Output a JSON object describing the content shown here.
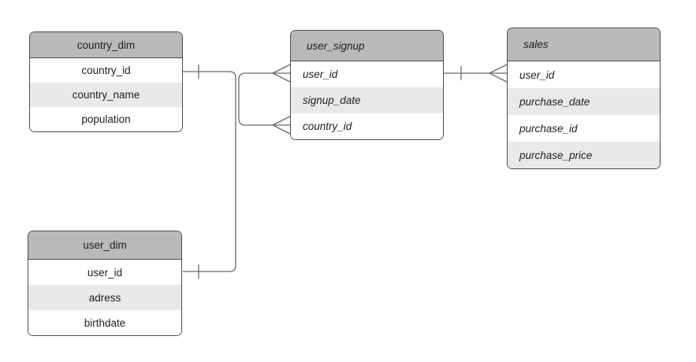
{
  "diagram": {
    "type": "entity-relationship",
    "colors": {
      "background": "#ffffff",
      "header_fill": "#b9b9b9",
      "row_alt_fill": "#e9e9e9",
      "row_fill": "#ffffff",
      "table_border": "#4d4d4d",
      "connector": "#6b6b6b",
      "text": "#1f1f1f"
    },
    "entities": [
      {
        "id": "country_dim",
        "title": "country_dim",
        "fields": [
          "country_id",
          "country_name",
          "population"
        ],
        "text_style": "plain"
      },
      {
        "id": "user_signup",
        "title": "user_signup",
        "fields": [
          "user_id",
          "signup_date",
          "country_id"
        ],
        "text_style": "italic"
      },
      {
        "id": "sales",
        "title": "sales",
        "fields": [
          "user_id",
          "purchase_date",
          "purchase_id",
          "purchase_price"
        ],
        "text_style": "italic"
      },
      {
        "id": "user_dim",
        "title": "user_dim",
        "fields": [
          "user_id",
          "adress",
          "birthdate"
        ],
        "text_style": "plain"
      }
    ],
    "relationships": [
      {
        "from": "country_dim.country_id",
        "to": "user_signup.country_id",
        "from_cardinality": "one",
        "to_cardinality": "many"
      },
      {
        "from": "user_dim.user_id",
        "to": "user_signup.user_id",
        "from_cardinality": "one",
        "to_cardinality": "many"
      },
      {
        "from": "user_signup.user_id",
        "to": "sales.user_id",
        "from_cardinality": "one",
        "to_cardinality": "many"
      }
    ]
  }
}
